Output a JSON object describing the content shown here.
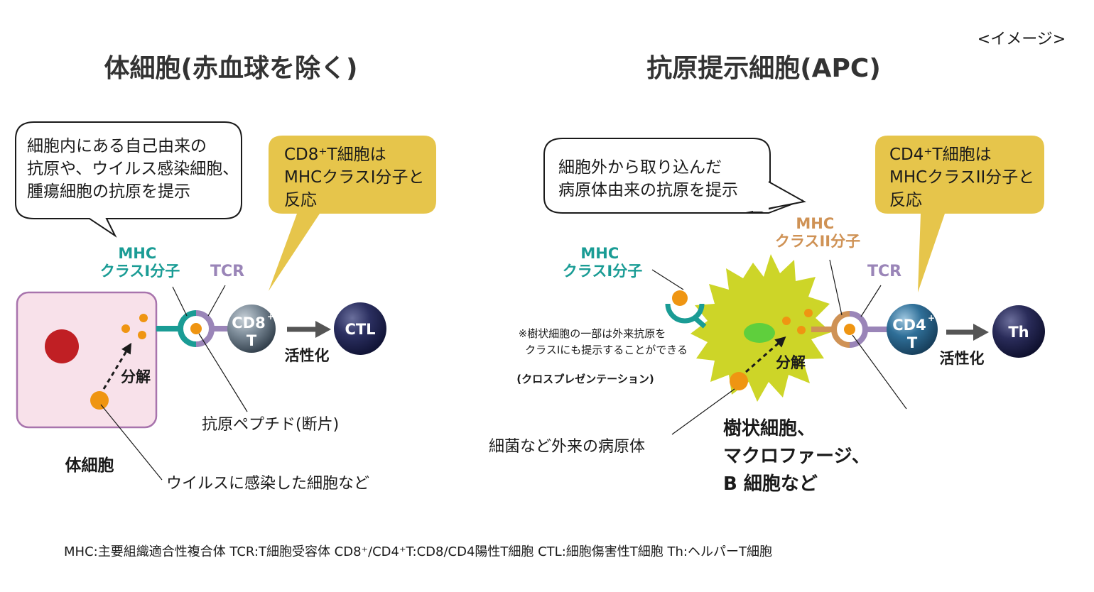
{
  "image_note": "<イメージ>",
  "left": {
    "title": "体細胞(赤血球を除く)",
    "bubble_lines": [
      "細胞内にある自己由来の",
      "抗原や、ウイルス感染細胞、",
      "腫瘍細胞の抗原を提示"
    ],
    "yellow_lines": [
      "CD8⁺T細胞は",
      "MHCクラスI分子と",
      "反応"
    ],
    "mhc_label_1": "MHC",
    "mhc_label_2": "クラスI分子",
    "tcr_label": "TCR",
    "tcell_label_1": "CD8",
    "tcell_label_sup": "+",
    "tcell_label_2": "T",
    "effector_label": "CTL",
    "activation_label": "活性化",
    "decompose_label": "分解",
    "peptide_label": "抗原ペプチド(断片)",
    "cell_label": "体細胞",
    "virus_label": "ウイルスに感染した細胞など"
  },
  "right": {
    "title": "抗原提示細胞(APC)",
    "bubble_lines": [
      "細胞外から取り込んだ",
      "病原体由来の抗原を提示"
    ],
    "yellow_lines": [
      "CD4⁺T細胞は",
      "MHCクラスII分子と",
      "反応"
    ],
    "mhc2_label_1": "MHC",
    "mhc2_label_2": "クラスII分子",
    "mhc1_label_1": "MHC",
    "mhc1_label_2": "クラスI分子",
    "tcr_label": "TCR",
    "tcell_label_1": "CD4",
    "tcell_label_sup": "+",
    "tcell_label_2": "T",
    "effector_label": "Th",
    "activation_label": "活性化",
    "decompose_label": "分解",
    "note_line_1": "※樹状細胞の一部は外来抗原を",
    "note_line_2": "クラスIにも提示することができる",
    "cross_label": "(クロスプレゼンテーション)",
    "pathogen_label": "細菌など外来の病原体",
    "apc_lines": [
      "樹状細胞、",
      "マクロファージ、",
      "B 細胞など"
    ]
  },
  "footer": "MHC:主要組織適合性複合体 TCR:T細胞受容体 CD8⁺/CD4⁺T:CD8/CD4陽性T細胞 CTL:細胞傷害性T細胞 Th:ヘルパーT細胞",
  "colors": {
    "teal": "#1a9c95",
    "purple": "#9a85b8",
    "orange": "#ef9512",
    "mhc2_tan": "#cf9255",
    "yellow_box": "#e6c54b",
    "cell_pink": "#f8e1ea",
    "cell_border": "#a874ad",
    "nucleus": "#c01f24",
    "dendritic": "#cdd528",
    "dendritic_nucleus": "#5fcf3d"
  }
}
